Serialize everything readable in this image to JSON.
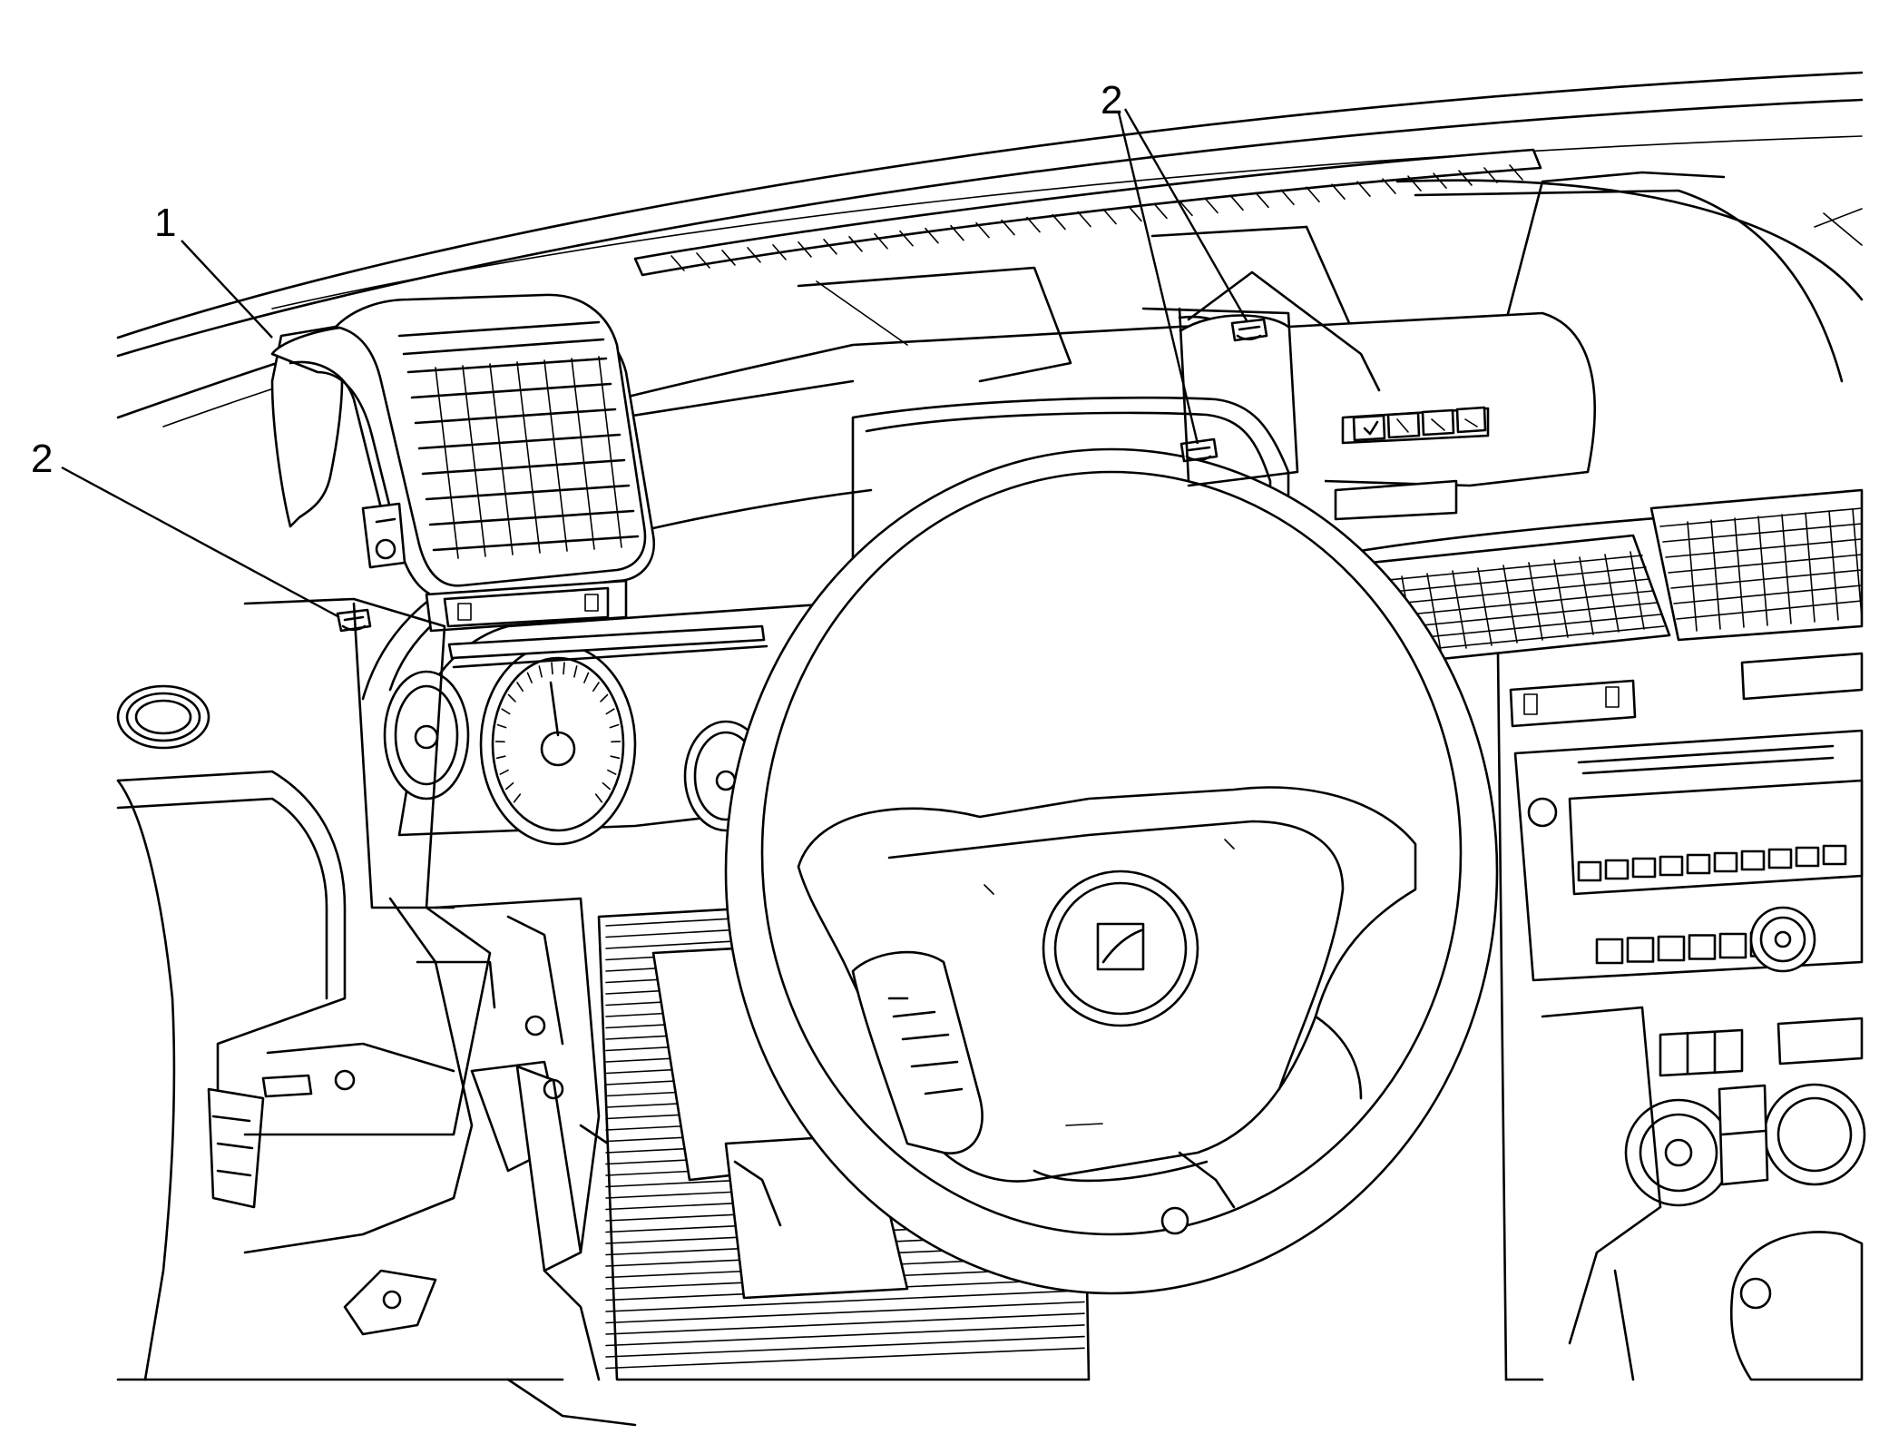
{
  "diagram": {
    "callouts": [
      {
        "id": "callout-1",
        "label": "1",
        "part": "outer-air-outlet"
      },
      {
        "id": "callout-2-left",
        "label": "2",
        "part": "retainer-clip"
      },
      {
        "id": "callout-2-upper",
        "label": "2",
        "part": "retainer-clip"
      }
    ]
  }
}
